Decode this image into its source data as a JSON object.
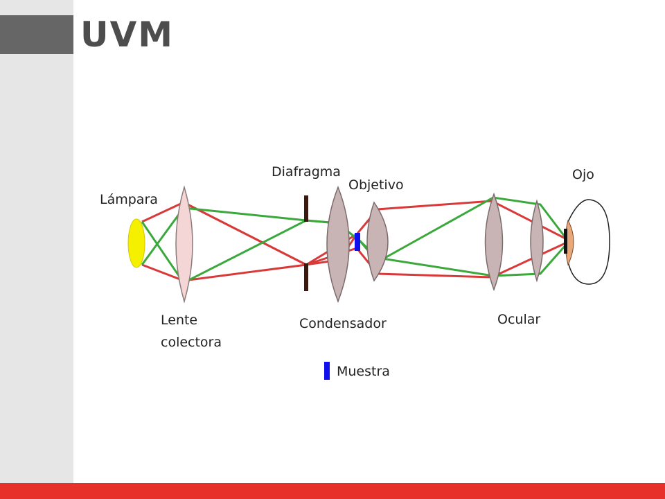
{
  "brand": {
    "logo_text": "UVM",
    "gray": "#666666",
    "band": "#e6e6e6",
    "accent_red": "#e8302a"
  },
  "diagram": {
    "labels": {
      "lamp": "Lámpara",
      "diaphragm": "Diafragma",
      "objective": "Objetivo",
      "eye": "Ojo",
      "collector_line1": "Lente",
      "collector_line2": "colectora",
      "condenser": "Condensador",
      "ocular": "Ocular",
      "sample": "Muestra"
    },
    "colors": {
      "lamp": "#f5f000",
      "red_ray": "#d83a3a",
      "green_ray": "#3aa83a",
      "collector_lens": "#f4d6d6",
      "lens": "#c8b4b4",
      "sample": "#1010ee",
      "eye_iris": "#e8a87a",
      "diaphragm": "#3a1a10"
    }
  }
}
